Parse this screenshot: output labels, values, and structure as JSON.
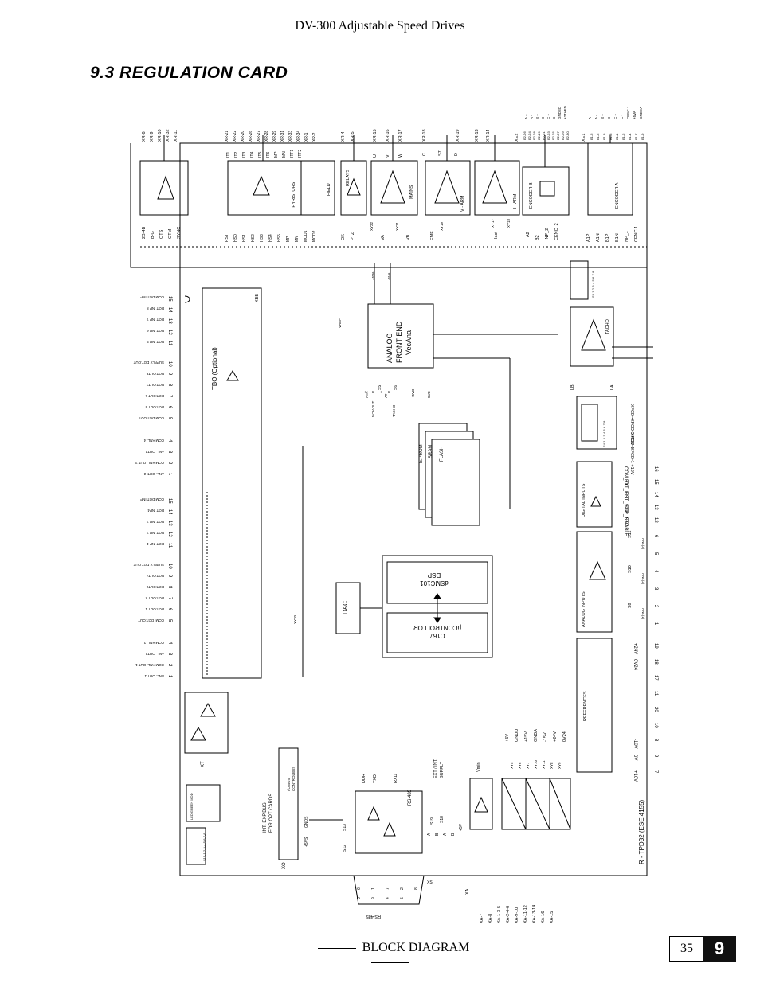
{
  "header": {
    "doc_title": "DV-300 Adjustable Speed Drives"
  },
  "section": {
    "title": "9.3 REGULATION CARD"
  },
  "footer": {
    "label": "BLOCK DIAGRAM",
    "page_number": "35",
    "chapter": "9"
  },
  "top_blocks": {
    "b1": {
      "pins": [
        "XR-6",
        "XR-9",
        "XR-10",
        "XR-32",
        "XR-11"
      ],
      "sigs": [
        "2B-4B",
        "B-G",
        "OTS",
        "OTM",
        "SYNC"
      ]
    },
    "b2": {
      "pins": [
        "XR-21",
        "XR-22",
        "XR-20",
        "XR-26",
        "XR-27",
        "XR-28",
        "XR-29",
        "XR-31",
        "XR-33",
        "XR-34",
        "XR-1",
        "XR-2"
      ],
      "top": [
        "IT1",
        "IT2",
        "IT3",
        "IT4",
        "IT5",
        "IT6",
        "MP",
        "MN",
        "ITF1",
        "ITF2"
      ],
      "sigs": [
        "RST",
        "HS0",
        "HS1",
        "HS2",
        "HS3",
        "HS4",
        "HS5",
        "MP",
        "MN",
        "MOD1",
        "MOD2"
      ],
      "label": "THYRISTORS",
      "field": "FIELD"
    },
    "b3": {
      "pins": [
        "XR-4",
        "XR-5"
      ],
      "label": "RELAYS",
      "sigs": [
        "OK",
        "PTZ"
      ]
    },
    "b4": {
      "pins": [
        "XR-15",
        "XR-16",
        "XR-17"
      ],
      "top": [
        "U",
        "V",
        "W"
      ],
      "label": "MAINS",
      "sigs": [
        "VA",
        "VB"
      ],
      "xy": [
        "XY22",
        "XY21"
      ]
    },
    "b5": {
      "pins": [
        "XR-18",
        "XR-19"
      ],
      "top": [
        "C",
        "S7",
        "D"
      ],
      "label": "V - ARM",
      "sigs": [
        "EMF"
      ],
      "xy": [
        "XY19"
      ]
    },
    "b6": {
      "pins": [
        "XR-13",
        "XR-14"
      ],
      "label": "I - ARM",
      "sigs": [
        "Iact",
        "A2"
      ],
      "xy": [
        "XY17",
        "XY18"
      ]
    },
    "encB": {
      "pins": [
        "XE2"
      ],
      "label": "ENCODER B",
      "sigs": [
        "B2",
        "INP_2",
        "CENC_2"
      ],
      "top_sigs": [
        "A +",
        "A -",
        "B +",
        "B -",
        "C +",
        "C -",
        "GNDED",
        "+24VED"
      ],
      "pins2": [
        "E2-26",
        "E2-24",
        "E2-28",
        "E2-19",
        "E2-21",
        "E2-23",
        "E2-25",
        "E2-27",
        "E2-29",
        "E2-30"
      ]
    },
    "encA": {
      "pins": [
        "XE1"
      ],
      "label": "ENCODER A",
      "sigs": [
        "A1P",
        "A1N",
        "B1P",
        "B1N",
        "NP_1",
        "CENC 1"
      ],
      "top_sigs": [
        "A +",
        "A -",
        "B +",
        "B -",
        "C +",
        "C -",
        "CENC 1",
        "+5VA",
        "GNDEA"
      ],
      "pins2": [
        "E1-6",
        "E1-5",
        "E1-8",
        "E1-3",
        "E1-1",
        "E1-2",
        "E1-4",
        "E1-7",
        "E1-9"
      ]
    }
  },
  "tbo": {
    "label": "TBO (Optional)",
    "conn": "XBB",
    "upper": [
      {
        "n": "15",
        "t": "COM DGT INP"
      },
      {
        "n": "14",
        "t": "DGT INP 8"
      },
      {
        "n": "13",
        "t": "DGT INP 7"
      },
      {
        "n": "12",
        "t": "DGT INP 6"
      },
      {
        "n": "11",
        "t": "DGT INP 5"
      },
      {
        "n": "10",
        "t": "SUPPLY DGT.OUT"
      },
      {
        "n": "9",
        "t": "DGT.OUT8"
      },
      {
        "n": "8",
        "t": "DGT.OUT7"
      },
      {
        "n": "7",
        "t": "DGT.OUT 6"
      },
      {
        "n": "6",
        "t": "DGT.OUT 5"
      },
      {
        "n": "5",
        "t": "COM DGT.OUT"
      },
      {
        "n": "4",
        "t": "COM ANL. 4"
      },
      {
        "n": "3",
        "t": "ANL. OUT4"
      },
      {
        "n": "2",
        "t": "COM ANL. OUT 3"
      },
      {
        "n": "1",
        "t": "ANL. OUT. 3"
      }
    ],
    "lower": [
      {
        "n": "15",
        "t": "COM DGT INP"
      },
      {
        "n": "14",
        "t": "DGT INP4"
      },
      {
        "n": "13",
        "t": "DGT INP 3"
      },
      {
        "n": "12",
        "t": "DGT INP 2"
      },
      {
        "n": "11",
        "t": "DGT INP 1"
      },
      {
        "n": "10",
        "t": "SUPPLY DGT.OUT"
      },
      {
        "n": "9",
        "t": "DGT.OUT4"
      },
      {
        "n": "8",
        "t": "DGT.OUT3"
      },
      {
        "n": "7",
        "t": "DGT.OUT 2"
      },
      {
        "n": "6",
        "t": "DGT.OUT 1"
      },
      {
        "n": "5",
        "t": "COM. DGT.OUT"
      },
      {
        "n": "4",
        "t": "COM ANL. 2"
      },
      {
        "n": "3",
        "t": "ANL. OUT2"
      },
      {
        "n": "2",
        "t": "COM ANL. OUT 1"
      },
      {
        "n": "1",
        "t": "ANL. OUT 1"
      }
    ]
  },
  "afe": {
    "line1": "ANALOG",
    "line2": "FRONT END",
    "line3": "VecAna",
    "vref": "VREF",
    "p5": "+5VA",
    "n5": "-5VA",
    "p5d": "+5VD",
    "n5d": "0VD",
    "s5": "S5",
    "s6": "S6",
    "ab": [
      "A",
      "B",
      "A",
      "B"
    ],
    "in1": "ATR",
    "in2": "AT",
    "in3": "NOV-DUT",
    "in4": "TACHO"
  },
  "memory": {
    "eprom": "E.PROM",
    "sram": "SRAM",
    "flash": "FLASH"
  },
  "mcu": {
    "dsp1": "DSP",
    "dsp2": "dSMC101",
    "uc1": "µCONTROLLOR",
    "uc2": "C167",
    "dac": "DAC",
    "xy20": "XY20"
  },
  "tacho": {
    "label": "TACHO",
    "sw": "S4-1-2-3-4-5-6-7-8"
  },
  "xfcd": {
    "lb": "LB",
    "la": "LA",
    "sw": "S4-1-2-3-4-5-6-7-8",
    "items": [
      "XFCD-4",
      "XFCD-3 -15V",
      "XFCD-2",
      "XFCD-1 +15V"
    ]
  },
  "dig_in": {
    "label": "DIGITAL INPUTS",
    "items": [
      {
        "n": "16",
        "t": "COM_ID"
      },
      {
        "n": "15",
        "t": "EXT_FLT"
      },
      {
        "n": "14",
        "t": "FST_STP"
      },
      {
        "n": "13",
        "t": "STR_STP"
      },
      {
        "n": "12",
        "t": "ENABLE"
      }
    ]
  },
  "ana_in": {
    "label": "ANALOG INPUTS",
    "items": [
      {
        "n": "6",
        "t": "ANL(3)",
        "s": "S11"
      },
      {
        "n": "5",
        "t": ""
      },
      {
        "n": "4",
        "t": "ANL(2)",
        "s": "S10"
      },
      {
        "n": "3",
        "t": ""
      },
      {
        "n": "2",
        "t": "ANL(1)",
        "s": "S9"
      },
      {
        "n": "1",
        "t": ""
      }
    ]
  },
  "refs": {
    "label": "REFERENCES",
    "items": [
      {
        "n": "19",
        "t": "+24V"
      },
      {
        "n": "18",
        "t": "0V24"
      },
      {
        "n": "17",
        "t": ""
      },
      {
        "n": "11",
        "t": ""
      },
      {
        "n": "20",
        "t": ""
      },
      {
        "n": "10",
        "t": ""
      },
      {
        "n": "8",
        "t": "-10V"
      },
      {
        "n": "9",
        "t": "0V"
      },
      {
        "n": "7",
        "t": "+10V"
      }
    ]
  },
  "xt": {
    "label": "XT",
    "sw": "S15-1-2-3-4-5-6-7-8",
    "led": "LED GREEN MOD"
  },
  "xo": {
    "label": "XO",
    "bus1": "INT. EXP.BUS",
    "bus2": "FOR OPT CARDS",
    "io1": "I/O BUS",
    "io2": "CONTROLBUS",
    "v1": "+5VS",
    "v2": "GNDS",
    "s13": "S13",
    "s12": "S12"
  },
  "rs485": {
    "label": "RS 485",
    "ddr": "DDR",
    "txd": "TXD",
    "rxd": "RXD",
    "s18": "S18",
    "s19": "S19",
    "ext": "EXT / INT.",
    "supply": "SUPPLY",
    "p5": "+5V",
    "xs": "XS",
    "ab": [
      "A",
      "B",
      "A",
      "B"
    ],
    "pins": [
      "6",
      "1",
      "7",
      "2",
      "8",
      "3",
      "9",
      "4",
      "5"
    ]
  },
  "power": {
    "vmin": "Vmin",
    "xa": "XA",
    "rails": [
      "+5V",
      "GNDD",
      "+15V",
      "GNDA",
      "-15V",
      "+24V",
      "0V24"
    ],
    "pins": [
      "XA-7",
      "XA-8",
      "XA-1-3-5",
      "XA-2-4-6",
      "XA-9-10",
      "XA-11-12",
      "XA-13-14",
      "XA-16",
      "XA-15"
    ],
    "xy": [
      "XY5",
      "XY6",
      "XY7",
      "XY10",
      "XY11",
      "XY8",
      "XY9"
    ]
  },
  "card": {
    "label": "R - TPD32 (ESE 4155)"
  }
}
